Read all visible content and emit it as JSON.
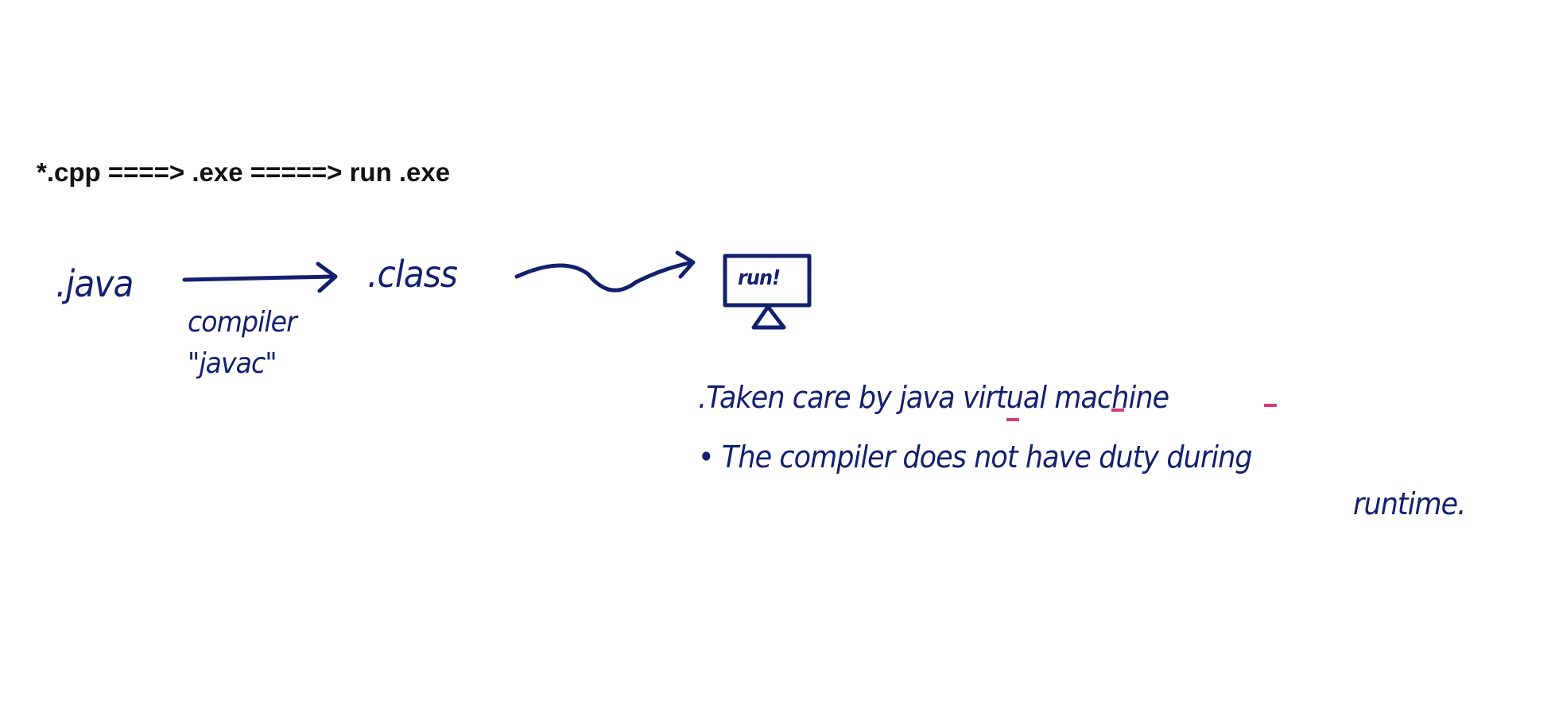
{
  "printed_line": "*.cpp ====> .exe =====> run .exe",
  "diagram": {
    "source": ".java",
    "output": ".class",
    "compiler_label": "compiler",
    "compiler_name": "\"javac\"",
    "runner_label": "run!"
  },
  "notes": [
    ".Taken care by java virtual machine",
    "• The compiler does not have duty during",
    "runtime."
  ],
  "colors": {
    "ink": "#13206e",
    "printed": "#111111",
    "underline": "#d43c7a"
  }
}
